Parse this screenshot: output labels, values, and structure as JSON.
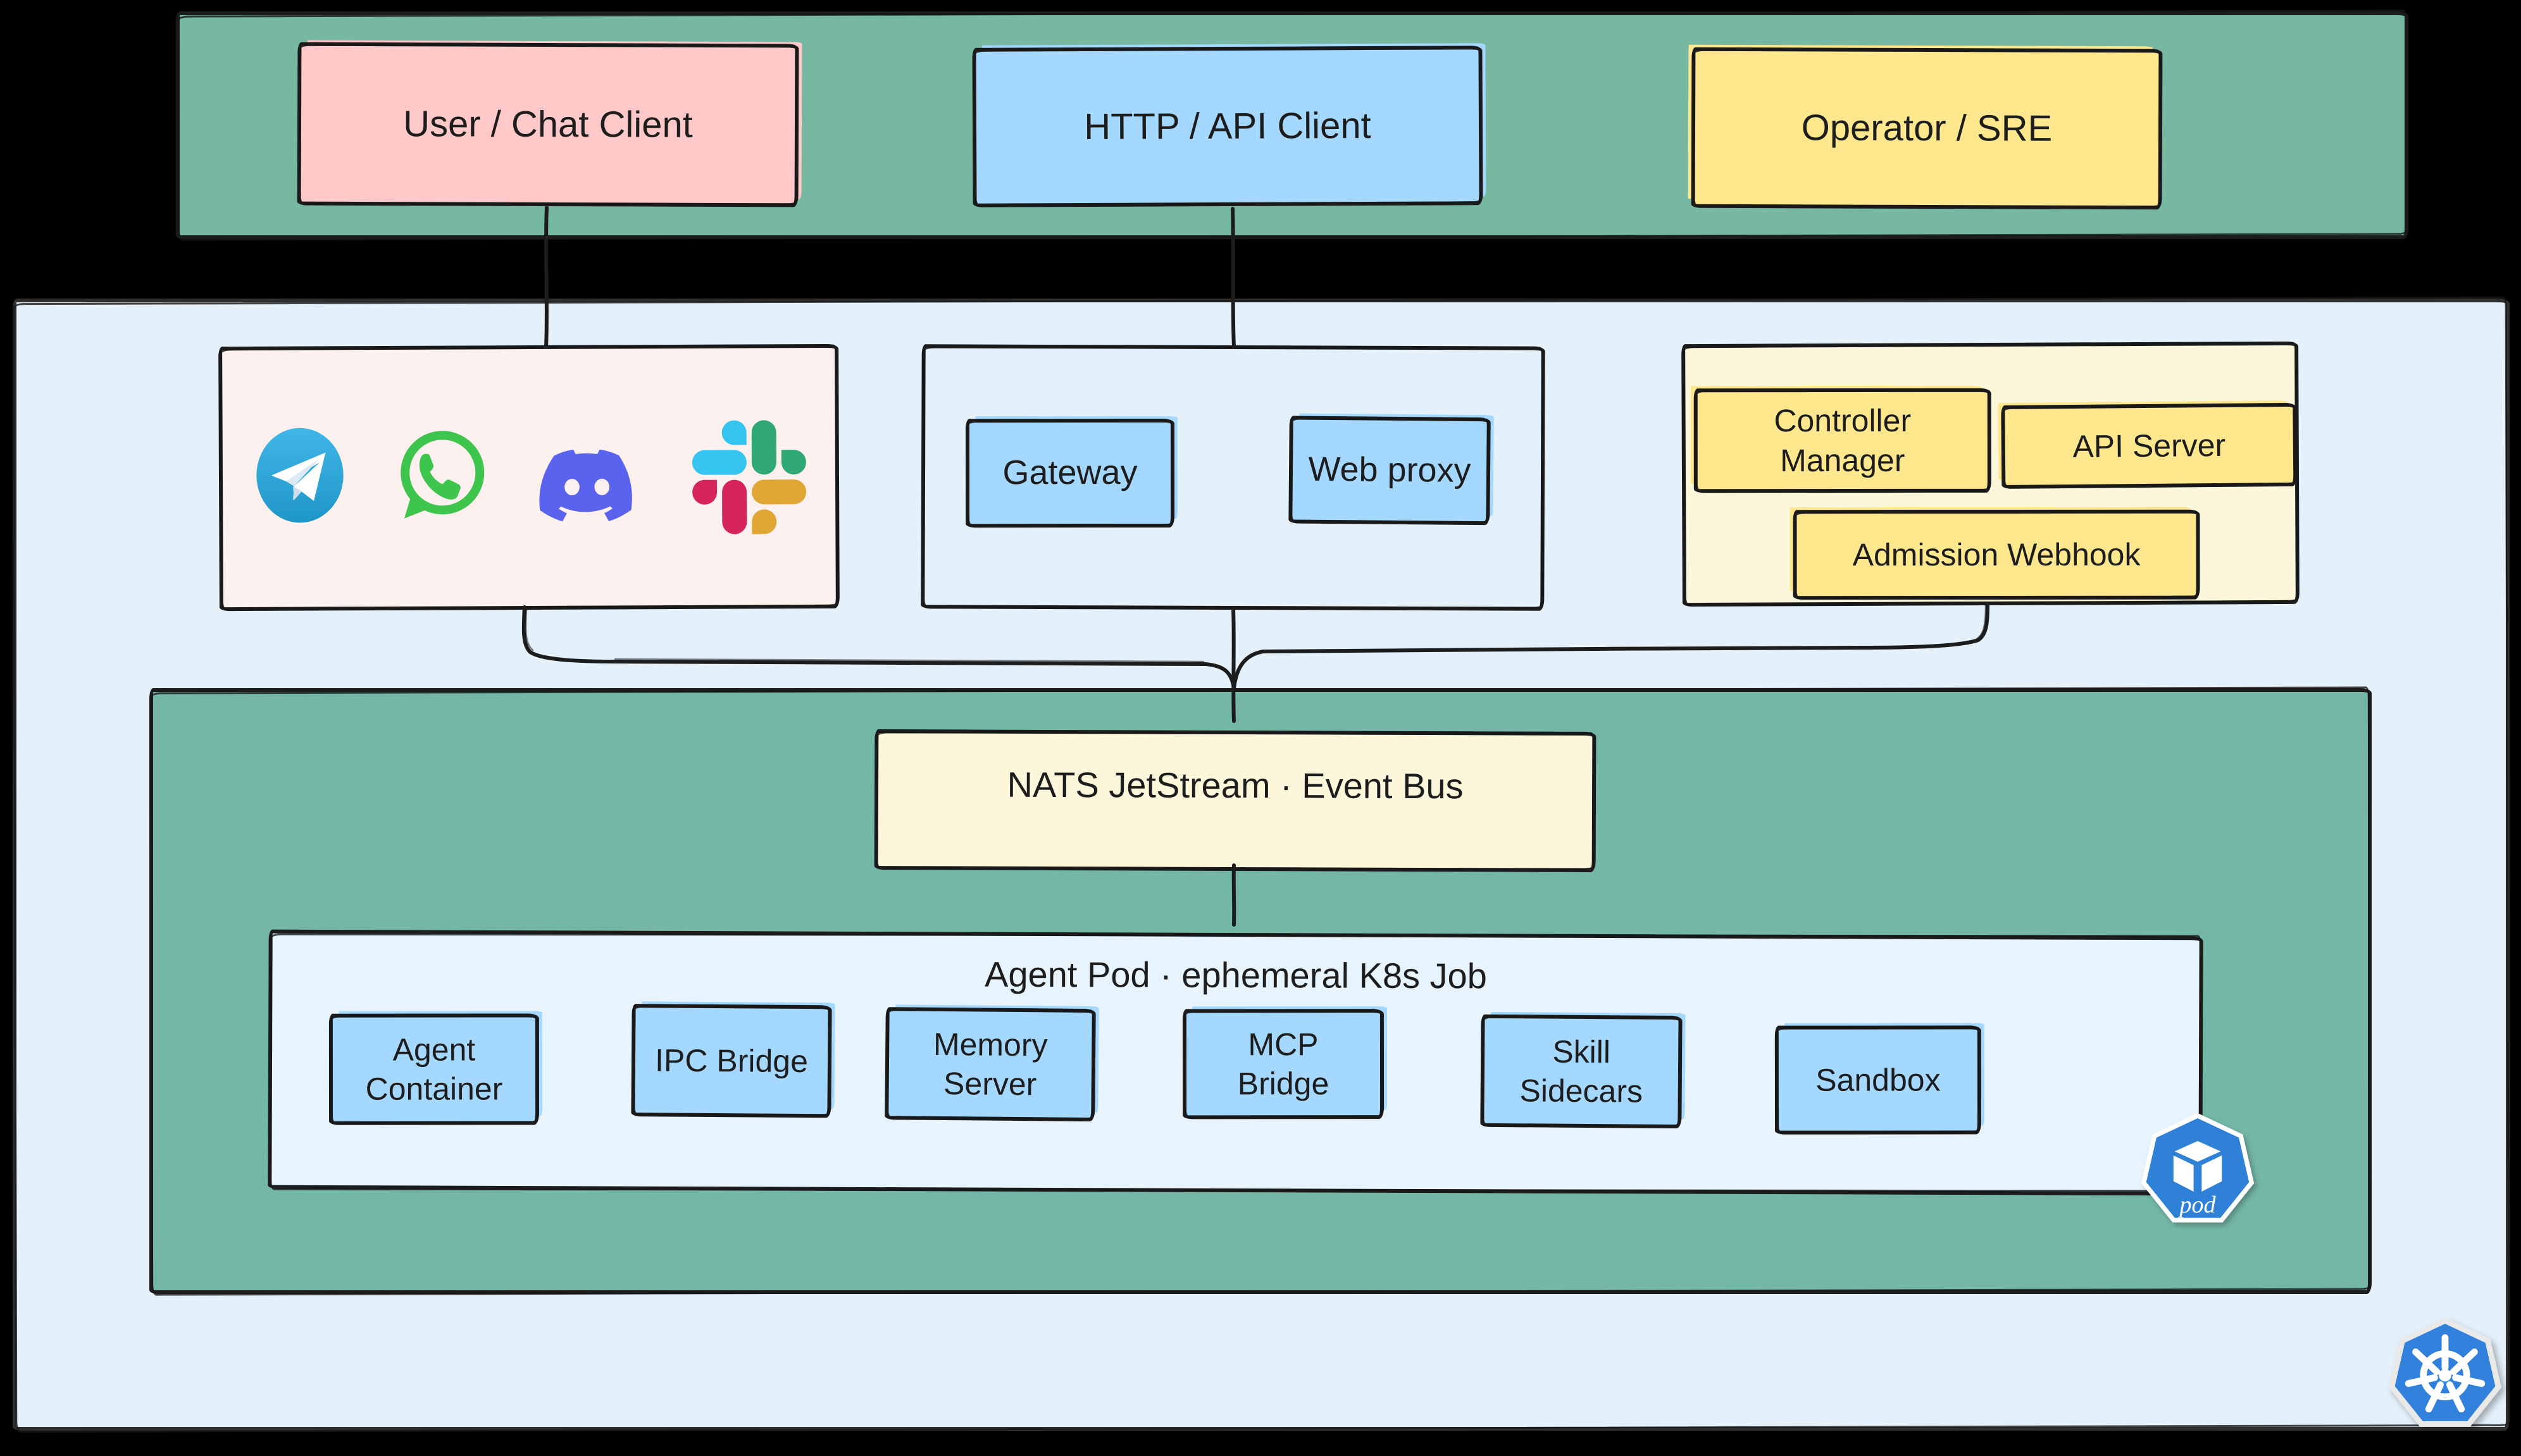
{
  "palette": {
    "band_green": "#76b8a2",
    "container_green": "#74b7a6",
    "panel_blue": "#e4f1fb",
    "agent_pod_blue": "#e7f3fd",
    "node_blue": "#a5d8ff",
    "node_pink": "#ffc9c9",
    "node_yellow": "#ffe78e",
    "node_cream": "#fcf7db",
    "chat_box_bg": "#fcf1ef",
    "ink": "#1d1d1d",
    "kubernetes_blue": "#3080dc",
    "pod_badge_blue": "#2e81d6"
  },
  "top_band": {
    "nodes": [
      {
        "id": "user-chat-client",
        "label": "User / Chat Client"
      },
      {
        "id": "http-api-client",
        "label": "HTTP / API Client"
      },
      {
        "id": "operator-sre",
        "label": "Operator / SRE"
      }
    ]
  },
  "chat_channels": {
    "icons": [
      {
        "name": "telegram"
      },
      {
        "name": "whatsapp"
      },
      {
        "name": "discord"
      },
      {
        "name": "slack"
      }
    ]
  },
  "edge_group": {
    "nodes": [
      {
        "id": "gateway",
        "label": "Gateway"
      },
      {
        "id": "web-proxy",
        "label": "Web proxy"
      }
    ]
  },
  "control_plane": {
    "nodes": [
      {
        "id": "controller-manager",
        "label": "Controller Manager"
      },
      {
        "id": "api-server",
        "label": "API Server"
      },
      {
        "id": "admission-webhook",
        "label": "Admission Webhook"
      }
    ]
  },
  "event_bus": {
    "label": "NATS JetStream · Event Bus"
  },
  "agent_pod": {
    "title": "Agent Pod · ephemeral K8s Job",
    "nodes": [
      {
        "id": "agent-container",
        "label": "Agent Container"
      },
      {
        "id": "ipc-bridge",
        "label": "IPC Bridge"
      },
      {
        "id": "memory-server",
        "label": "Memory Server"
      },
      {
        "id": "mcp-bridge",
        "label": "MCP Bridge"
      },
      {
        "id": "skill-sidecars",
        "label": "Skill Sidecars"
      },
      {
        "id": "sandbox",
        "label": "Sandbox"
      }
    ],
    "badge": "pod"
  }
}
